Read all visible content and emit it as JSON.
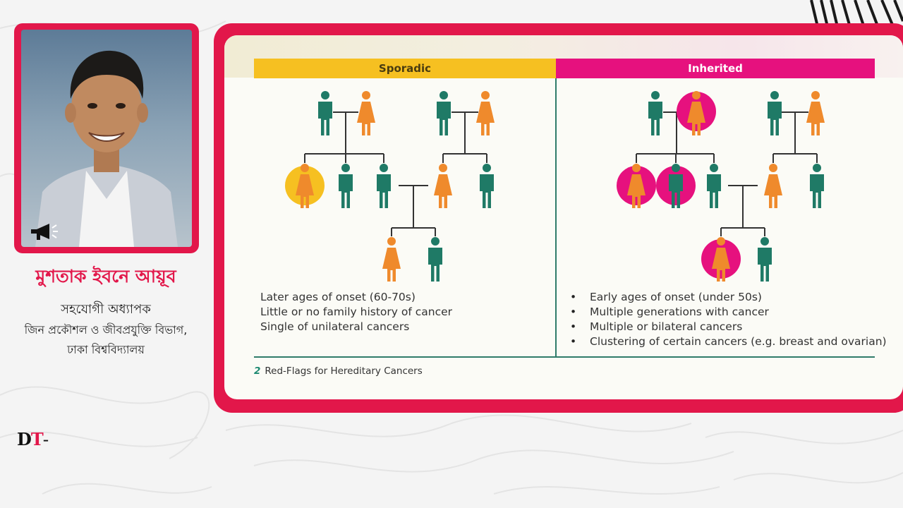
{
  "presenter": {
    "name": "মুশতাক ইবনে আয়ূব",
    "designation": "সহযোগী অধ্যাপক",
    "department_line1": "জিন প্রকৌশল ও জীবপ্রযুক্তি বিভাগ,",
    "department_line2": "ঢাকা বিশ্ববিদ্যালয়"
  },
  "brand": {
    "logo_d": "D",
    "logo_t": "T",
    "logo_dash": "-"
  },
  "slide": {
    "sporadic_header": "Sporadic",
    "inherited_header": "Inherited",
    "sporadic_items": [
      "Later ages of onset (60-70s)",
      "Little or no family history of cancer",
      "Single of unilateral cancers"
    ],
    "inherited_items": [
      "Early ages of onset (under 50s)",
      "Multiple generations with cancer",
      "Multiple or bilateral cancers",
      "Clustering of certain cancers (e.g. breast and ovarian)"
    ],
    "caption_number": "2",
    "caption_text": "Red-Flags for Hereditary Cancers"
  },
  "colors": {
    "accent_red": "#e2174a",
    "sporadic_yellow": "#f6c021",
    "inherited_magenta": "#e6117e",
    "male_teal": "#1f7a66",
    "female_orange": "#ef8a2c"
  },
  "icons": [
    "megaphone-icon",
    "male-figure-icon",
    "female-figure-icon"
  ]
}
